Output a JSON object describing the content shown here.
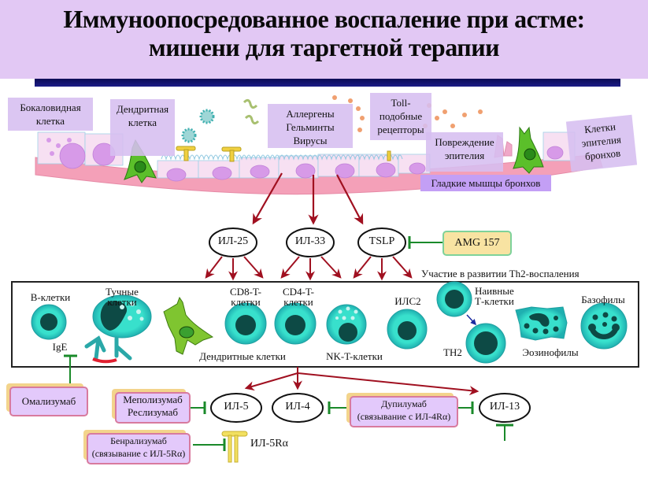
{
  "title": {
    "line1": "Иммуноопосредованное воспаление при астме:",
    "line2": "мишени для таргетной терапии"
  },
  "epithelium_labels": {
    "goblet_cell": [
      "Бокаловидная",
      "клетка"
    ],
    "dendritic_cell": [
      "Дендритная",
      "клетка"
    ],
    "triggers": [
      "Аллергены",
      "Гельминты",
      "Вирусы"
    ],
    "toll_receptors": [
      "Toll-",
      "подобные",
      "рецепторы"
    ],
    "epithelial_damage": [
      "Повреждение",
      "эпителия"
    ],
    "bronchial_epithelium": [
      "Клетки",
      "эпителия",
      "бронхов"
    ],
    "smooth_muscle": "Гладкие мышцы бронхов"
  },
  "alarmins": [
    "ИЛ-25",
    "ИЛ-33",
    "TSLP"
  ],
  "tslp_inhibitor": "AMG 157",
  "th2_note": "Участие в развитии Th2-воспаления",
  "cells": {
    "b_cells": "В-клетки",
    "mast_cells": [
      "Тучные",
      "клетки"
    ],
    "ige": "IgE",
    "dendritic_cells": "Дендритные клетки",
    "cd8": [
      "CD8-T-",
      "клетки"
    ],
    "cd4": [
      "CD4-T-",
      "клетки"
    ],
    "nkt": "NK-T-клетки",
    "ilc2": "ИЛС2",
    "naive_t": [
      "Наивные",
      "Т-клетки"
    ],
    "th2": "TH2",
    "eosinophils": "Эозинофилы",
    "basophils": "Базофилы"
  },
  "cytokines": [
    "ИЛ-5",
    "ИЛ-4",
    "ИЛ-13"
  ],
  "receptor": "ИЛ-5Rα",
  "drugs": {
    "omalizumab": "Омализумаб",
    "anti_il5": [
      "Меполизумаб",
      "Реслизумаб"
    ],
    "benralizumab": [
      "Бенрализумаб",
      "(связывание с ИЛ-5Rα)"
    ],
    "dupilumab": [
      "Дупилумаб",
      "(связывание с ИЛ-4Rα)"
    ]
  },
  "colors": {
    "arrow": "#a01020",
    "inhibit": "#1a8a2a",
    "cell": "#2fd0c0",
    "nucleus": "#0d4a45",
    "drug_fill": "#e3c9fb",
    "label_fill": "#d6bef0"
  }
}
